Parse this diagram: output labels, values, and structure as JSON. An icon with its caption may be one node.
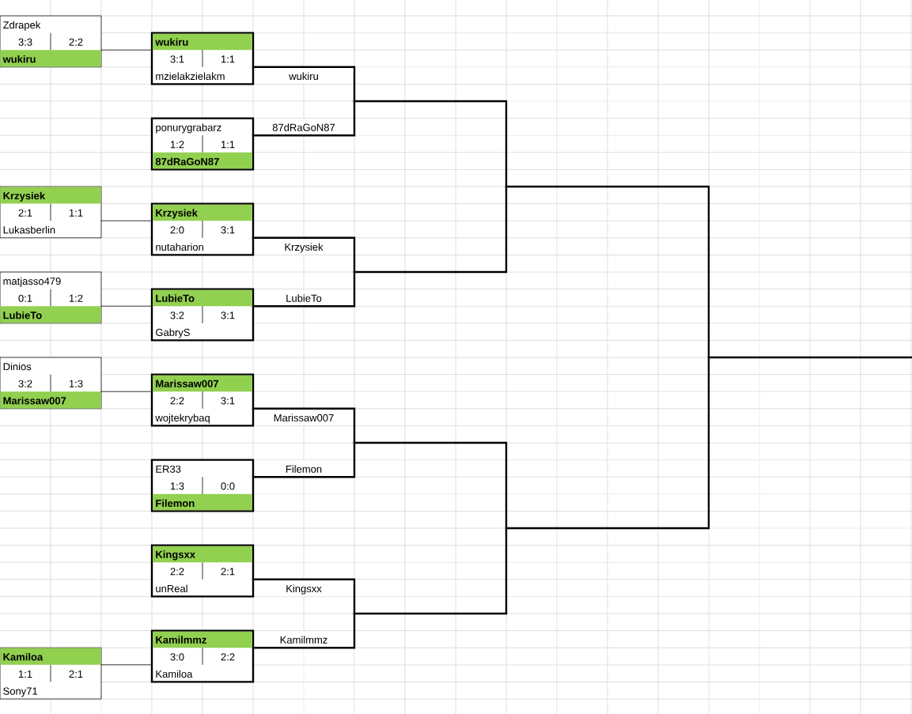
{
  "diagram": {
    "nodes": [
      {
        "text": [
          "Zdrapek",
          "3:3",
          "2:2",
          "wukiru"
        ]
      },
      {
        "text": [
          "Krzysiek",
          "2:1",
          "1:1",
          "Lukasberlin"
        ]
      },
      {
        "text": [
          "matjasso479",
          "0:1",
          "1:2",
          "LubieTo"
        ]
      },
      {
        "text": [
          "Dinios",
          "3:2",
          "1:3",
          "Marissaw007"
        ]
      },
      {
        "text": [
          "Kamiloa",
          "1:1",
          "2:1",
          "Sony71"
        ]
      },
      {
        "text": [
          "wukiru",
          "3:1",
          "1:1",
          "mzielakzielakm"
        ]
      },
      {
        "text": [
          "ponurygrabarz",
          "1:2",
          "1:1",
          "87dRaGoN87"
        ]
      },
      {
        "text": [
          "Krzysiek",
          "2:0",
          "3:1",
          "nutaharion"
        ]
      },
      {
        "text": [
          "LubieTo",
          "3:2",
          "3:1",
          "GabryS"
        ]
      },
      {
        "text": [
          "Marissaw007",
          "2:2",
          "3:1",
          "wojtekrybaq"
        ]
      },
      {
        "text": [
          "ER33",
          "1:3",
          "0:0",
          "Filemon"
        ]
      },
      {
        "text": [
          "Kingsxx",
          "2:2",
          "2:1",
          "unReal"
        ]
      },
      {
        "text": [
          "Kamilmmz",
          "3:0",
          "2:2",
          "Kamiloa"
        ]
      }
    ],
    "edges": [
      {
        "from": 0,
        "to": 5,
        "arrow": "none"
      },
      {
        "from": 1,
        "to": 7,
        "arrow": "none"
      },
      {
        "from": 2,
        "to": 8,
        "arrow": "none"
      },
      {
        "from": 3,
        "to": 9,
        "arrow": "none"
      },
      {
        "from": 4,
        "to": 12,
        "arrow": "none"
      },
      {
        "from": 5,
        "to": null,
        "arrow": "none",
        "label": "wukiru"
      },
      {
        "from": 6,
        "to": null,
        "arrow": "none",
        "label": "87dRaGoN87"
      },
      {
        "from": 7,
        "to": null,
        "arrow": "none",
        "label": "Krzysiek"
      },
      {
        "from": 8,
        "to": null,
        "arrow": "none",
        "label": "LubieTo"
      },
      {
        "from": 9,
        "to": null,
        "arrow": "none",
        "label": "Marissaw007"
      },
      {
        "from": 10,
        "to": null,
        "arrow": "none",
        "label": "Filemon"
      },
      {
        "from": 11,
        "to": null,
        "arrow": "none",
        "label": "Kingsxx"
      },
      {
        "from": 12,
        "to": null,
        "arrow": "none",
        "label": "Kamilmmz"
      }
    ]
  }
}
